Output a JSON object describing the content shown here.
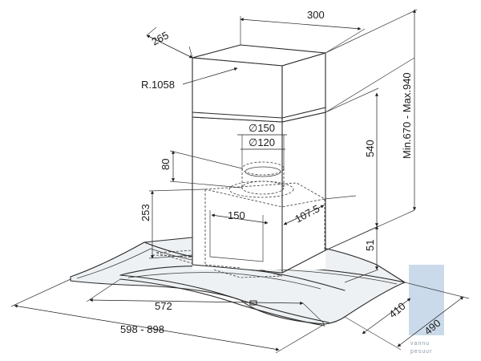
{
  "drawing": {
    "dimensions": {
      "top_depth": "265",
      "top_width": "300",
      "radius": "R.1058",
      "duct_outer": "∅150",
      "duct_inner": "∅120",
      "duct_height": "80",
      "upper_chimney": "540",
      "total_height": "Min.670 - Max.940",
      "motor_width": "150",
      "motor_depth": "107.5",
      "lower_height": "253",
      "glass_thickness": "51",
      "glass_inner_width": "572",
      "overall_width": "598 - 898",
      "depth_inner": "410",
      "depth_outer": "490"
    },
    "watermark": {
      "line1": "vannu",
      "line2": "pesuur"
    }
  }
}
